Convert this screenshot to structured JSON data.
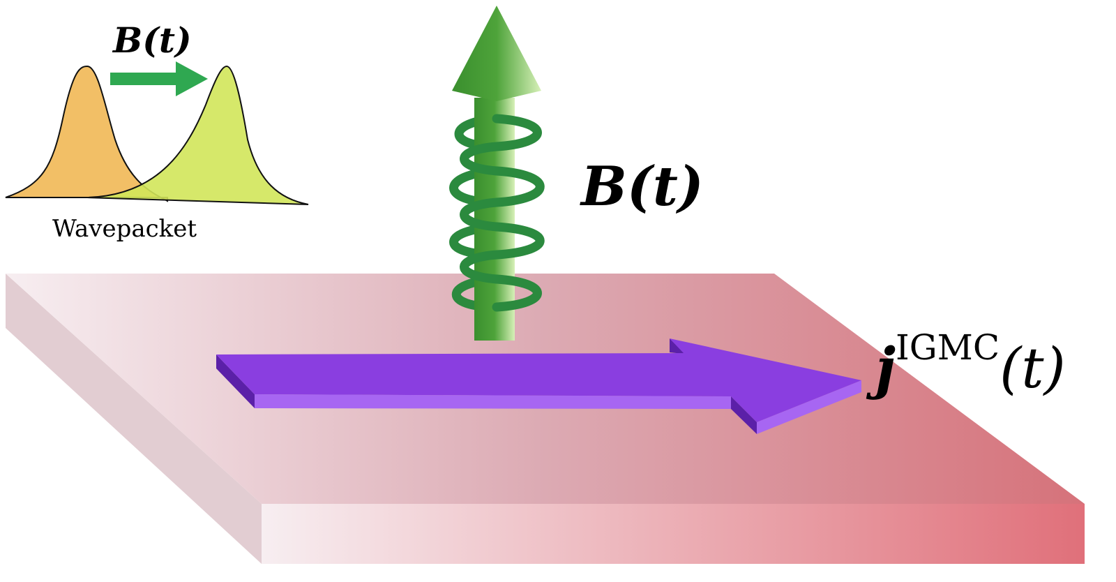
{
  "labels": {
    "wavepacket_field": "B(t)",
    "wavepacket": "Wavepacket",
    "field": "B(t)",
    "current_symbol": "j",
    "current_superscript": "IGMC",
    "current_arg": "(t)"
  },
  "colors": {
    "slab_light": "#f6eef1",
    "slab_dark": "#d8737a",
    "current_arrow": "#8a3ee0",
    "field_arrow": "#3f9a35",
    "coil": "#2b8a3e",
    "packet_1": "#f2bf66",
    "packet_2": "#d2e65a",
    "shift_arrow": "#2fa851"
  }
}
